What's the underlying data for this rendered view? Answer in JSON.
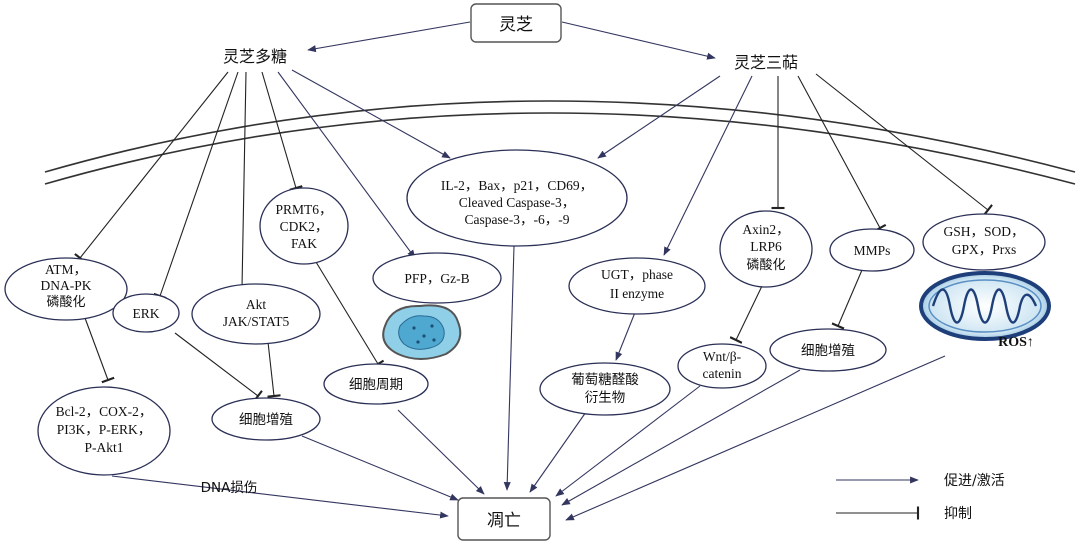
{
  "sources": {
    "lingzhi": "灵芝",
    "polysaccharide": "灵芝多糖",
    "triterpene": "灵芝三萜"
  },
  "nodes": {
    "il2": [
      "IL-2，Bax，p21，CD69，",
      "Cleaved Caspase-3，",
      "Caspase-3，-6，-9"
    ],
    "prmt6": [
      "PRMT6，",
      "CDK2，",
      "FAK"
    ],
    "atm": [
      "ATM，",
      "DNA-PK",
      "磷酸化"
    ],
    "erk": "ERK",
    "akt": [
      "Akt",
      "JAK/STAT5"
    ],
    "pfp": "PFP，Gz-B",
    "ugt": [
      "UGT，phase",
      "II enzyme"
    ],
    "axin2": [
      "Axin2，",
      "LRP6",
      "磷酸化"
    ],
    "mmps": "MMPs",
    "gsh": [
      "GSH，SOD，",
      "GPX，Prxs"
    ],
    "ros": "ROS↑",
    "bcl2": [
      "Bcl-2，COX-2，",
      "PI3K，P-ERK，",
      "P-Akt1"
    ],
    "prolif_left": "细胞增殖",
    "cell_cycle": "细胞周期",
    "glucuronide": [
      "葡萄糖醛酸",
      "衍生物"
    ],
    "wnt": [
      "Wnt/β-",
      "catenin"
    ],
    "prolif_right": "细胞增殖",
    "dna_damage": "DNA损伤",
    "apoptosis": "凋亡"
  },
  "legend": {
    "promote": "促进/激活",
    "inhibit": "抑制"
  },
  "colors": {
    "arrow": "#33365f",
    "node_stroke": "#2a2f55",
    "cell_fill": "#7ec8e3",
    "mito_stroke": "#1f3f7a"
  }
}
